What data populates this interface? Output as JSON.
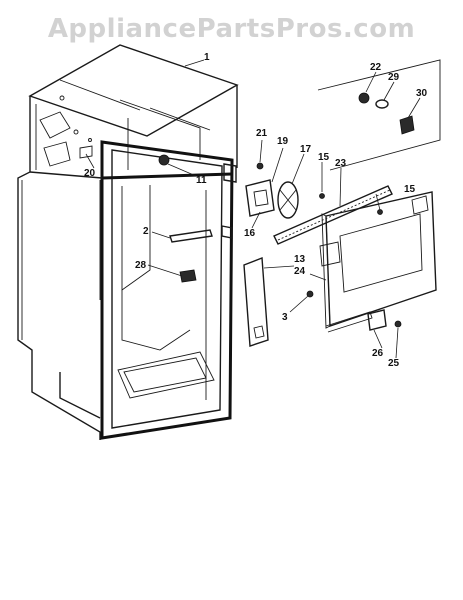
{
  "watermark": "AppliancePartsPros.com",
  "callouts": [
    {
      "id": "1",
      "text": "1"
    },
    {
      "id": "2",
      "text": "2"
    },
    {
      "id": "3",
      "text": "3"
    },
    {
      "id": "11",
      "text": "11"
    },
    {
      "id": "13",
      "text": "13"
    },
    {
      "id": "15a",
      "text": "15"
    },
    {
      "id": "15b",
      "text": "15"
    },
    {
      "id": "16",
      "text": "16"
    },
    {
      "id": "17",
      "text": "17"
    },
    {
      "id": "19",
      "text": "19"
    },
    {
      "id": "20",
      "text": "20"
    },
    {
      "id": "21",
      "text": "21"
    },
    {
      "id": "22",
      "text": "22"
    },
    {
      "id": "23",
      "text": "23"
    },
    {
      "id": "24",
      "text": "24"
    },
    {
      "id": "25",
      "text": "25"
    },
    {
      "id": "26",
      "text": "26"
    },
    {
      "id": "28",
      "text": "28"
    },
    {
      "id": "29",
      "text": "29"
    },
    {
      "id": "30",
      "text": "30"
    }
  ]
}
